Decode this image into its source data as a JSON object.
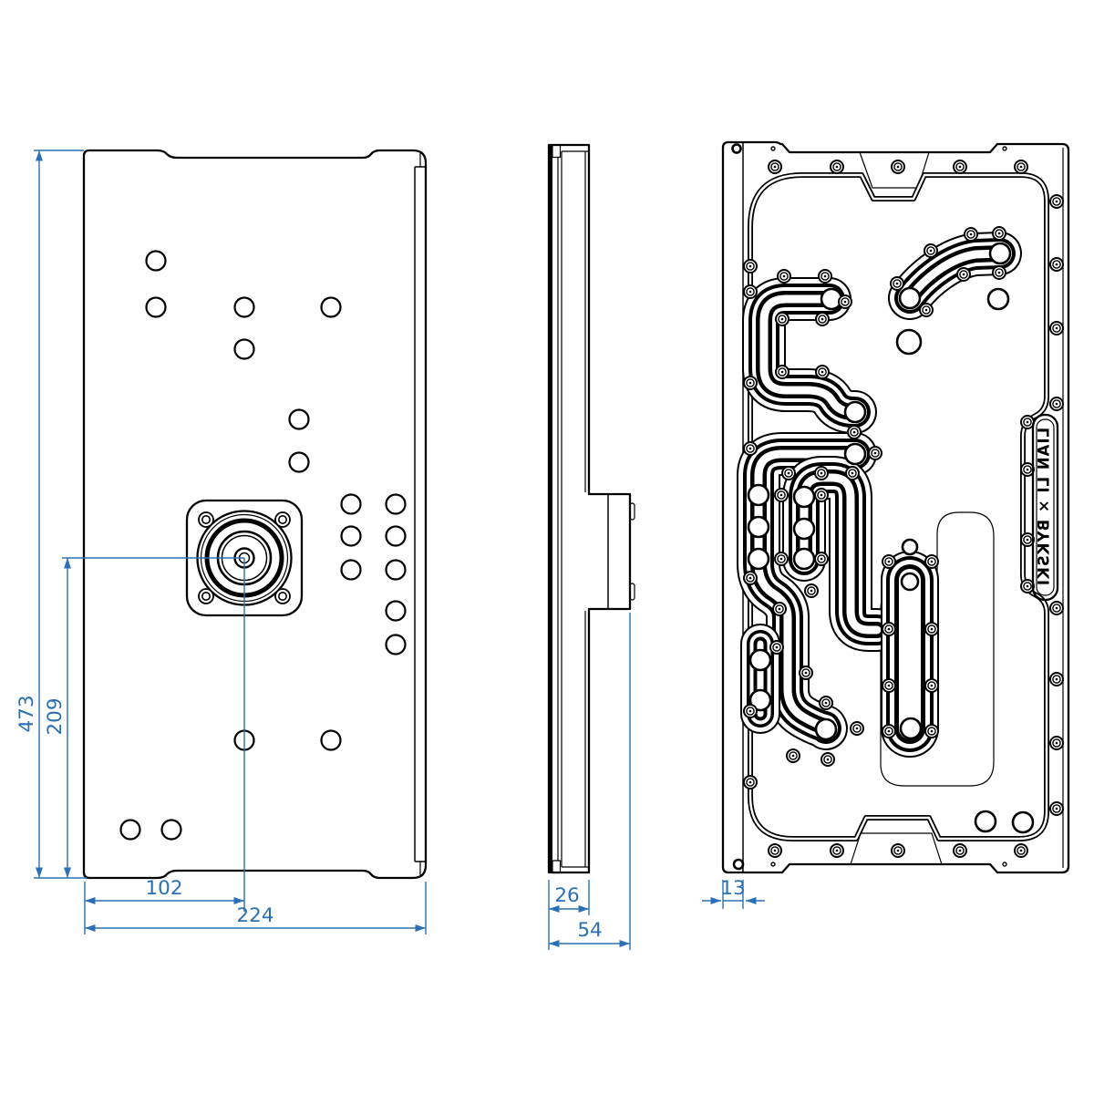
{
  "dimensions": {
    "overall_height": "473",
    "pump_center_to_bottom": "209",
    "pump_center_from_left": "102",
    "overall_width": "224",
    "plate_depth": "26",
    "total_depth": "54",
    "bracket_width": "13"
  },
  "brand_plate": {
    "text": "LIAN LI × BYKSKI"
  },
  "colors": {
    "dimension_blue": "#2B70B4",
    "line": "#000000",
    "background": "#FFFFFF"
  }
}
